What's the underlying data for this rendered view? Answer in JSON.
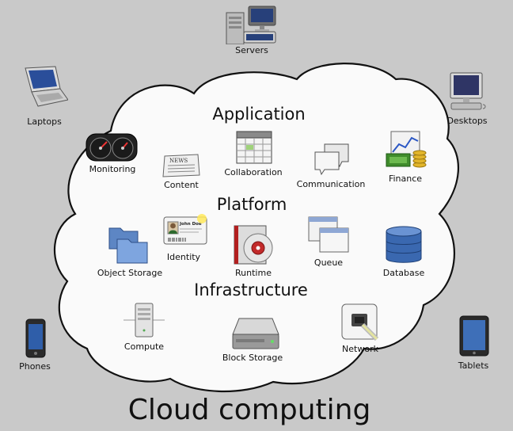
{
  "title": "Cloud computing",
  "sections": {
    "application": "Application",
    "platform": "Platform",
    "infrastructure": "Infrastructure"
  },
  "devices": {
    "servers": "Servers",
    "laptops": "Laptops",
    "desktops": "Desktops",
    "phones": "Phones",
    "tablets": "Tablets"
  },
  "application": {
    "monitoring": "Monitoring",
    "content": "Content",
    "collaboration": "Collaboration",
    "communication": "Communication",
    "finance": "Finance"
  },
  "platform": {
    "identity": "Identity",
    "id_card_name": "John Doe",
    "runtime": "Runtime",
    "queue": "Queue",
    "object_storage": "Object Storage",
    "database": "Database"
  },
  "infrastructure": {
    "compute": "Compute",
    "block_storage": "Block Storage",
    "network": "Network"
  },
  "newspaper_masthead": "NEWS",
  "colors": {
    "background": "#c9c9c9",
    "cloud_fill": "#fafafa",
    "cloud_stroke": "#111111"
  }
}
